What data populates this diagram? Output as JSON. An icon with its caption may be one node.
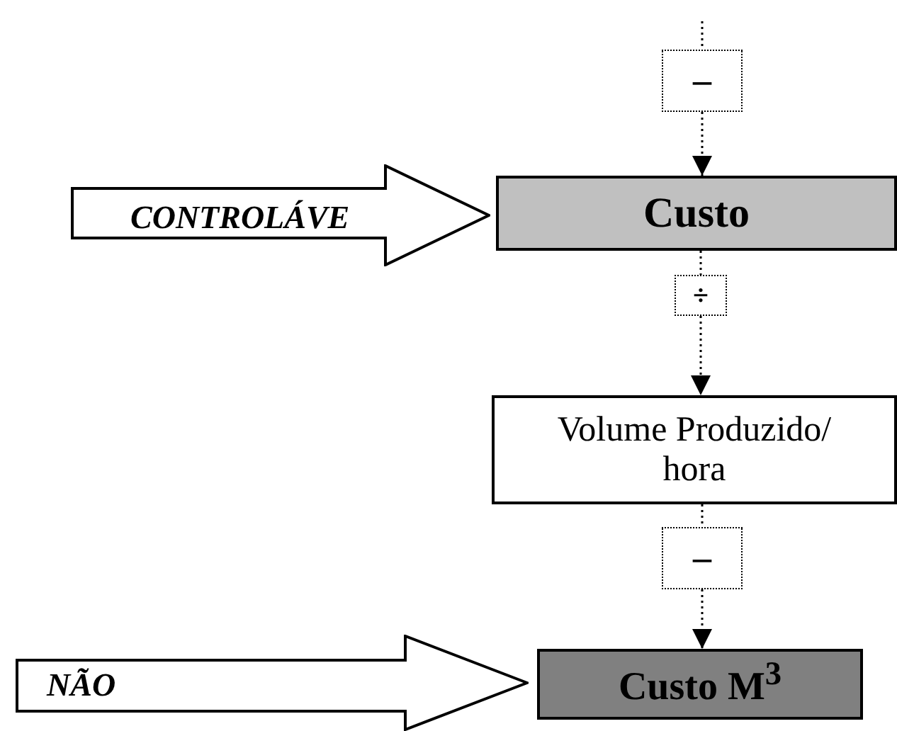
{
  "diagram": {
    "nodes": [
      {
        "text": [
          "–"
        ]
      },
      {
        "text": [
          "CONTROLÁVE"
        ]
      },
      {
        "text": [
          "Custo"
        ]
      },
      {
        "text": [
          "÷"
        ]
      },
      {
        "text": [
          "Volume Produzido/ hora"
        ]
      },
      {
        "text": [
          "–"
        ]
      },
      {
        "text": [
          "NÃO"
        ]
      },
      {
        "text": [
          "Custo M$^{3}$"
        ]
      }
    ],
    "edges": [
      {
        "from": null,
        "to": 0,
        "arrow": "none",
        "style": "dashed"
      },
      {
        "from": 0,
        "to": 2,
        "arrow": "to",
        "style": "dashed"
      },
      {
        "from": 2,
        "to": 3,
        "arrow": "none",
        "style": "dashed"
      },
      {
        "from": 3,
        "to": 4,
        "arrow": "to",
        "style": "dashed"
      },
      {
        "from": 4,
        "to": 5,
        "arrow": "none",
        "style": "dashed"
      },
      {
        "from": 5,
        "to": 7,
        "arrow": "to",
        "style": "dashed"
      }
    ]
  }
}
